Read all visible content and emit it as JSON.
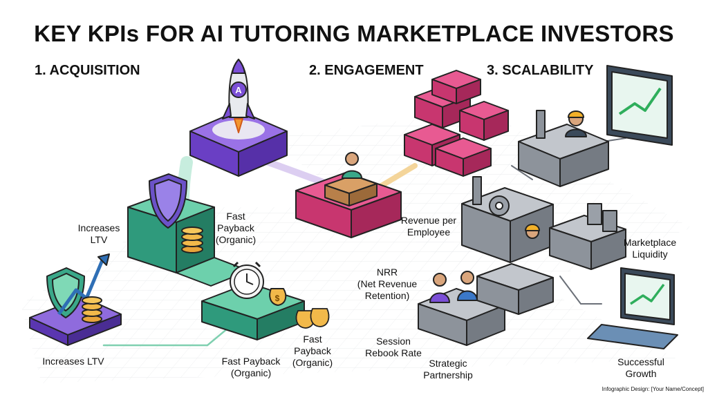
{
  "title": "KEY KPIs FOR AI TUTORING MARKETPLACE INVESTORS",
  "sections": {
    "acquisition": "1. ACQUISITION",
    "engagement": "2. ENGAGEMENT",
    "scalability": "3. SCALABILITY"
  },
  "labels": {
    "increases_ltv_mid": "Increases\nLTV",
    "fast_payback_top": "Fast\nPayback\n(Organic)",
    "increases_ltv_bottom": "Increases LTV",
    "fast_payback_bottom": "Fast Payback\n(Organic)",
    "fast_payback_right": "Fast\nPayback\n(Organic)",
    "revenue_per_employee": "Revenue per\nEmployee",
    "nrr": "NRR\n(Net Revenue\nRetention)",
    "session_rebook": "Session\nRebook Rate",
    "strategic_partnership": "Strategic\nPartnership",
    "marketplace_liquidity": "Marketplace\nLiquidity",
    "successful_growth": "Successful\nGrowth"
  },
  "rocket_badge": "A",
  "coin_symbol": "$",
  "credit": "Infographic Design: [Your Name/Concept]",
  "colors": {
    "purple": "#7b4fd6",
    "green": "#3aa889",
    "magenta": "#c8366f",
    "gray": "#9aa0a8",
    "orange": "#e8a43a",
    "teal_arrow": "#7fd0b0"
  }
}
